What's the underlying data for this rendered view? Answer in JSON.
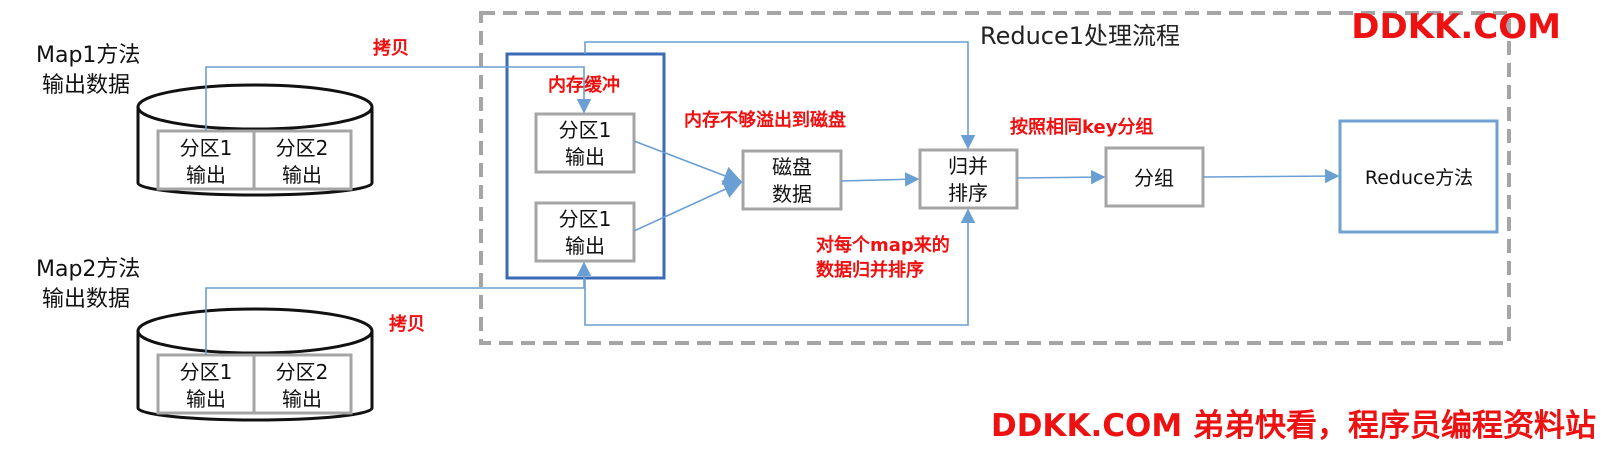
{
  "watermark": {
    "top": "DDKK.COM",
    "bottom": "DDKK.COM 弟弟快看，程序员编程资料站"
  },
  "reduce_region_title": "Reduce1处理流程",
  "map1": {
    "title_line1": "Map1方法",
    "title_line2": "输出数据",
    "partitions": [
      {
        "line1": "分区1",
        "line2": "输出"
      },
      {
        "line1": "分区2",
        "line2": "输出"
      }
    ]
  },
  "map2": {
    "title_line1": "Map2方法",
    "title_line2": "输出数据",
    "partitions": [
      {
        "line1": "分区1",
        "line2": "输出"
      },
      {
        "line1": "分区2",
        "line2": "输出"
      }
    ]
  },
  "memory_buffer": {
    "label": "内存缓冲",
    "slots": [
      {
        "line1": "分区1",
        "line2": "输出"
      },
      {
        "line1": "分区1",
        "line2": "输出"
      }
    ]
  },
  "disk_data": {
    "line1": "磁盘",
    "line2": "数据"
  },
  "merge_sort": {
    "line1": "归并",
    "line2": "排序"
  },
  "grouping": {
    "label": "分组"
  },
  "reduce_method": {
    "label": "Reduce方法"
  },
  "annotations": {
    "copy_top": "拷贝",
    "copy_bottom": "拷贝",
    "spill": "内存不够溢出到磁盘",
    "group_by_key": "按照相同key分组",
    "merge_each_line1": "对每个map来的",
    "merge_each_line2": "数据归并排序"
  },
  "colors": {
    "accent_red": "#ee1111",
    "arrow_blue": "#6a9fd4",
    "buffer_border": "#3b6bb5",
    "reduce_border": "#6fa1d2",
    "dashed_border": "#a5a5a5",
    "box_border": "#a5a5a5"
  }
}
